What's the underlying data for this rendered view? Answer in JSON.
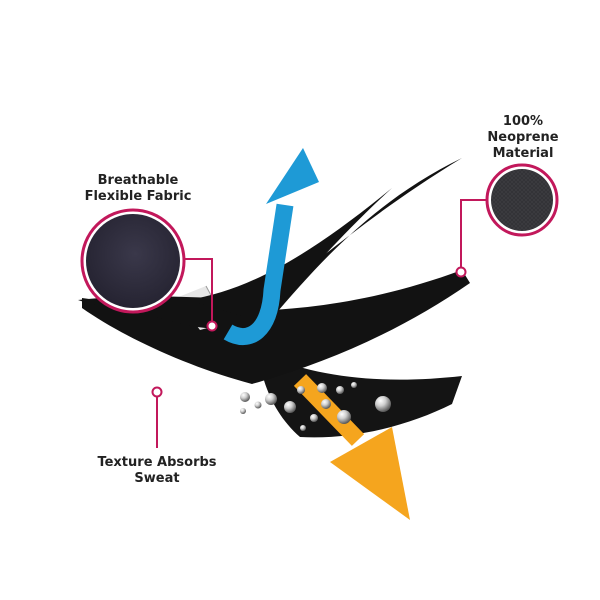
{
  "labels": {
    "breathable": {
      "line1": "Breathable",
      "line2": "Flexible Fabric"
    },
    "neoprene": {
      "line1": "100%",
      "line2": "Neoprene",
      "line3": "Material"
    },
    "texture": {
      "line1": "Texture Absorbs",
      "line2": "Sweat"
    }
  },
  "colors": {
    "accent": "#c2185b",
    "airflow_arrow": "#1e9ad6",
    "sweat_arrow": "#f5a51e",
    "layer": "#121212",
    "fabric_swatch": "#2c2a38",
    "neoprene_swatch": "#3b3b3f"
  },
  "icons": {
    "up_arrow": "airflow-up-arrow-icon",
    "down_arrow": "sweat-down-arrow-icon"
  }
}
